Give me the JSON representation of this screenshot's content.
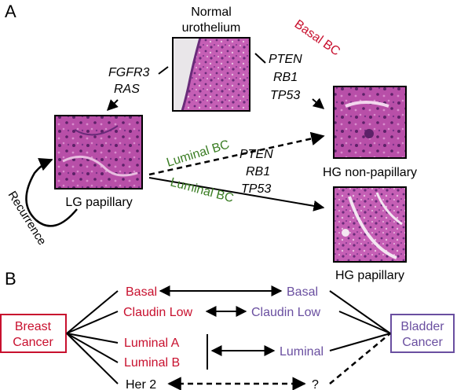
{
  "panel_a": {
    "label": "A",
    "normal_label_line1": "Normal",
    "normal_label_line2": "urothelium",
    "lg_genes": [
      "FGFR3",
      "RAS"
    ],
    "hg_genes_top": [
      "PTEN",
      "RB1",
      "TP53"
    ],
    "hg_genes_bottom": [
      "PTEN",
      "RB1",
      "TP53"
    ],
    "basal_bc": "Basal BC",
    "luminal_bc_upper": "Luminal BC",
    "luminal_bc_lower": "Luminal BC",
    "lg_papillary": "LG papillary",
    "hg_non_papillary": "HG non-papillary",
    "hg_papillary": "HG papillary",
    "recurrence": "Recurrence"
  },
  "panel_b": {
    "label": "B",
    "breast_line1": "Breast",
    "breast_line2": "Cancer",
    "bladder_line1": "Bladder",
    "bladder_line2": "Cancer",
    "breast_subtypes": [
      "Basal",
      "Claudin Low",
      "Luminal A",
      "Luminal B",
      "Her 2"
    ],
    "bladder_subtypes": [
      "Basal",
      "Claudin Low",
      "Luminal",
      "?"
    ]
  },
  "colors": {
    "red": "#c8102e",
    "green": "#3a7d23",
    "purple": "#6a4fa0",
    "black": "#000000",
    "tissue_pink": "#c55fb5",
    "tissue_dark": "#6a2b7a",
    "tissue_light": "#e8bde0"
  }
}
